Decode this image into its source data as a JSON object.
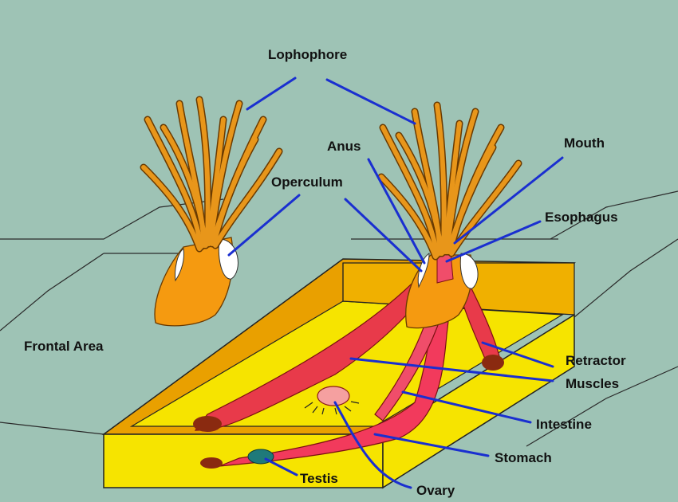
{
  "colors": {
    "background": "#9ec3b5",
    "leader_line": "#1a2fd0",
    "tentacle": "#e8961a",
    "colony_top": "#e9a000",
    "colony_body": "#f6e400",
    "gut": "#f23a5c"
  },
  "labels": {
    "lophophore": "Lophophore",
    "anus": "Anus",
    "mouth": "Mouth",
    "operculum": "Operculum",
    "esophagus": "Esophagus",
    "frontal_area": "Frontal Area",
    "retractor": "Retractor",
    "muscles": "Muscles",
    "intestine": "Intestine",
    "stomach": "Stomach",
    "testis": "Testis",
    "ovary": "Ovary"
  }
}
